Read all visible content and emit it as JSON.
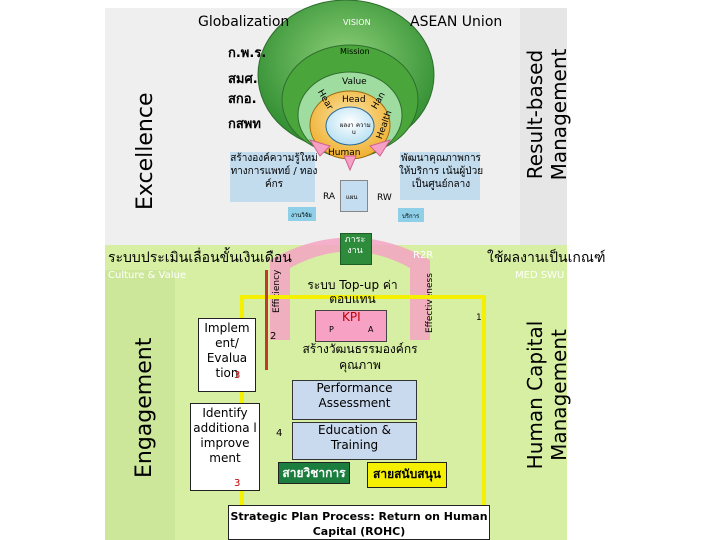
{
  "header": {
    "globalization": "Globalization",
    "asean": "ASEAN Union",
    "vision": "VISION",
    "mission": "Mission",
    "value": "Value",
    "head": "Head",
    "heart": "Hear",
    "hand": "Han",
    "health": "Health",
    "human": "Human",
    "center_left": "ผลงา",
    "center_right": "ความ",
    "center_bottom": "u"
  },
  "side_labels": {
    "excellence": "Excellence",
    "result_based": "Result-based Management",
    "engagement": "Engagement",
    "human_capital": "Human Capital Management",
    "efficiency": "Efficiency",
    "effectiveness": "Effectiveness"
  },
  "orgs": [
    "ก.พ.ร.",
    "สมศ.",
    "สกอ.",
    "กสพท"
  ],
  "left_block": "สร้างองค์ความรู้ใหม่ ทางการแพทย์ / ทองค์กร",
  "right_block": "พัฒนาคุณภาพการให้บริการ เน้นผู้ป่วยเป็นศูนย์กลาง",
  "labels": {
    "ra": "RA",
    "rw": "RW",
    "plan": "แผน",
    "research": "งานวิจัย",
    "service": "บริการ",
    "r2r": "R2R",
    "budget": "ภาระ งาน"
  },
  "banner": {
    "left": "ระบบประเมินเลื่อนขั้นเงินเดือน",
    "right": "ใช้ผลงานเป็นเกณฑ์",
    "culture": "Culture & Value",
    "med": "MED SWU"
  },
  "center": {
    "topup": "ระบบ Top-up ค่าตอบแทน",
    "kpi": "KPI",
    "p": "P",
    "a": "A",
    "culture_build": "สร้างวัฒนธรรมองค์กรคุณภาพ",
    "performance": "Performance Assessment",
    "education": "Education & Training",
    "academic": "สายวิชาการ",
    "support": "สายสนับสนุน",
    "bottom": "Strategic Plan Process: Return on Human Capital (ROHC)"
  },
  "left_boxes": {
    "implement": "Implem ent/ Evalua tion",
    "identify": "Identify additiona l improve ment"
  },
  "numbers": {
    "n1": "1",
    "n2": "2",
    "n3a": "3",
    "n3b": "3",
    "n4": "4"
  }
}
